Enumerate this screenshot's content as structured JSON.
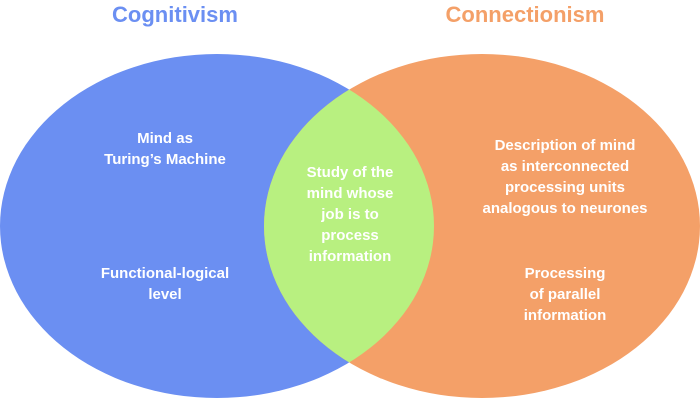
{
  "titles": {
    "left": "Cognitivism",
    "right": "Connectionism"
  },
  "colors": {
    "left_circle": "#6b8ff2",
    "right_circle": "#f4a068",
    "overlap": "#b8f080",
    "left_title": "#6b8ff2",
    "right_title": "#f4a068",
    "label_text": "#ffffff"
  },
  "left_circle": {
    "top_text": [
      "Mind as",
      "Turing’s Machine"
    ],
    "bottom_text": [
      "Functional-logical",
      "level"
    ]
  },
  "overlap": {
    "text": [
      "Study of the",
      "mind whose",
      "job is to",
      "process",
      "information"
    ]
  },
  "right_circle": {
    "top_text": [
      "Description of mind",
      "as interconnected",
      "processing units",
      "analogous to neurones"
    ],
    "bottom_text": [
      "Processing",
      "of parallel",
      "information"
    ]
  }
}
